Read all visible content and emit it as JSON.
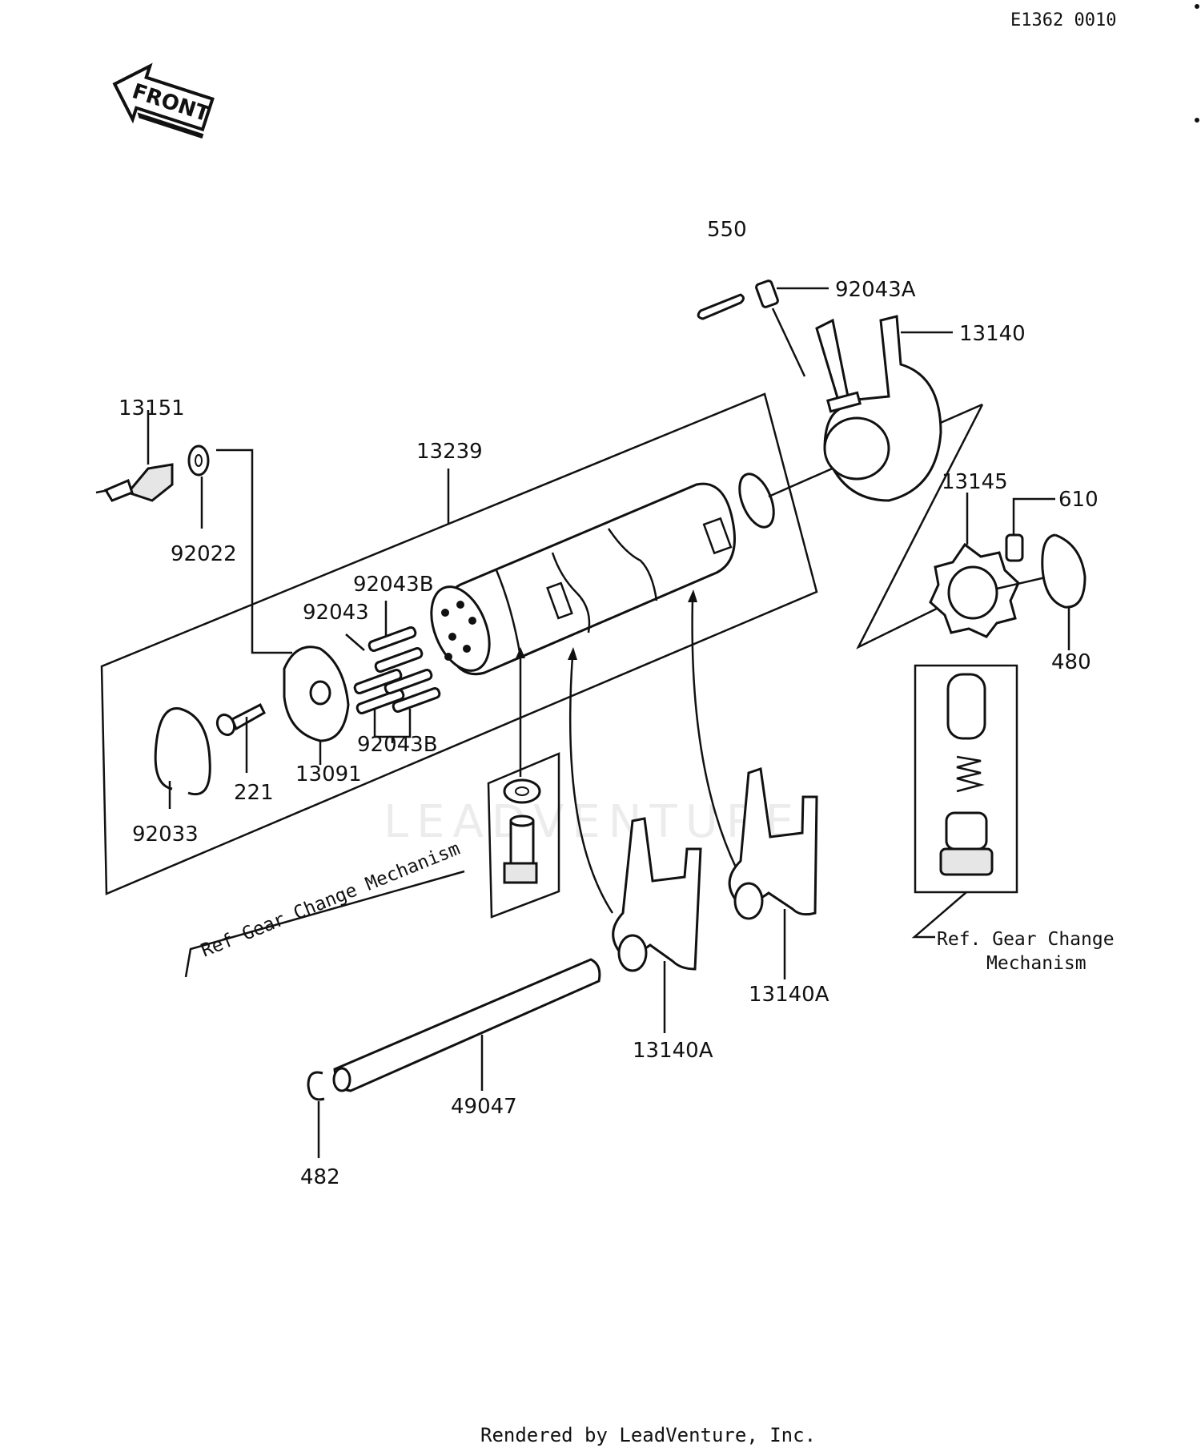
{
  "diagram": {
    "code": "E1362 0010",
    "front": "FRONT",
    "footer": "Rendered by LeadVenture, Inc.",
    "ref_left": "Ref Gear Change Mechanism",
    "ref_right": [
      "Ref. Gear Change",
      "Mechanism"
    ],
    "watermark": "LEADVENTURE",
    "parts": {
      "p550": "550",
      "p92043A": "92043A",
      "p13140": "13140",
      "p13151": "13151",
      "p13239": "13239",
      "p92022": "92022",
      "p92043B_top": "92043B",
      "p92043": "92043",
      "p13145": "13145",
      "p610": "610",
      "p480": "480",
      "p92043B_bottom": "92043B",
      "p221": "221",
      "p13091": "13091",
      "p92033": "92033",
      "p13140A_right": "13140A",
      "p13140A_left": "13140A",
      "p49047": "49047",
      "p482": "482"
    }
  }
}
